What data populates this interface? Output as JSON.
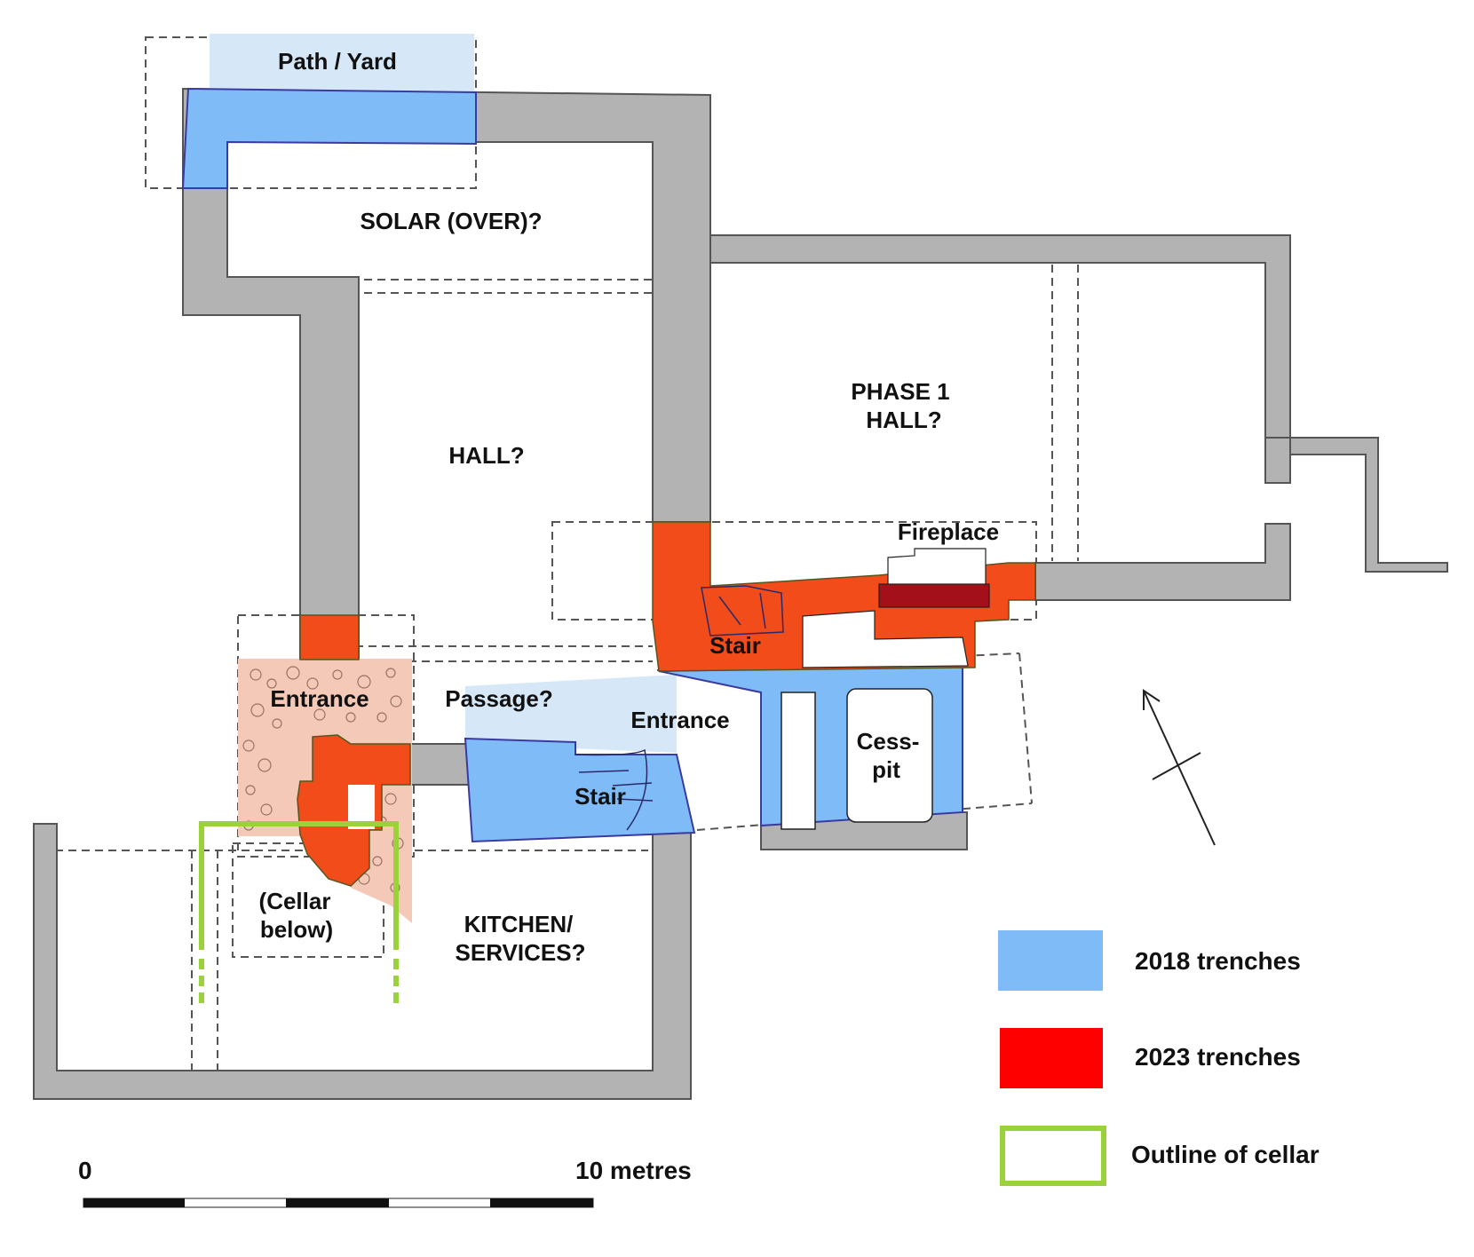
{
  "colors": {
    "wall": "#b3b3b3",
    "trench_2018": "#7fbcf7",
    "trench_2018_light": "#d6e8f8",
    "trench_2023": "#f24c1a",
    "trench_2023_dark": "#a3101a",
    "cellar_outline": "#9bd13a",
    "rubble": "#f4c9b8",
    "legend_red": "#ff0000"
  },
  "labels": {
    "path_yard": "Path / Yard",
    "solar": "SOLAR (OVER)?",
    "hall": "HALL?",
    "phase1_line1": "PHASE 1",
    "phase1_line2": "HALL?",
    "fireplace": "Fireplace",
    "stair_north": "Stair",
    "entrance_west": "Entrance",
    "passage": "Passage?",
    "entrance_east": "Entrance",
    "stair_south": "Stair",
    "cesspit_line1": "Cess-",
    "cesspit_line2": "pit",
    "cellar_line1": "(Cellar",
    "cellar_line2": "below)",
    "kitchen_line1": "KITCHEN/",
    "kitchen_line2": "SERVICES?"
  },
  "legend": {
    "items": [
      {
        "label": "2018 trenches",
        "swatch": "blue"
      },
      {
        "label": "2023 trenches",
        "swatch": "red"
      },
      {
        "label": "Outline of cellar",
        "swatch": "outline"
      }
    ]
  },
  "scale_bar": {
    "start_label": "0",
    "end_label": "10 metres"
  },
  "north_arrow": {
    "icon": "north-arrow-icon"
  }
}
